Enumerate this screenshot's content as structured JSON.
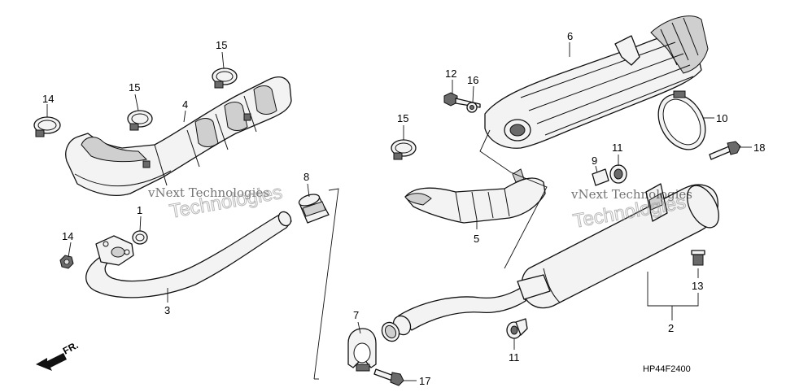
{
  "diagram": {
    "code": "HP44F2400",
    "direction_label": "FR.",
    "watermark_lines": [
      "vNext Technologies",
      "Technologies"
    ],
    "callouts": [
      {
        "id": "c1",
        "text": "1"
      },
      {
        "id": "c2",
        "text": "2"
      },
      {
        "id": "c3",
        "text": "3"
      },
      {
        "id": "c4",
        "text": "4"
      },
      {
        "id": "c5",
        "text": "5"
      },
      {
        "id": "c6",
        "text": "6"
      },
      {
        "id": "c7",
        "text": "7"
      },
      {
        "id": "c8",
        "text": "8"
      },
      {
        "id": "c9",
        "text": "9"
      },
      {
        "id": "c10",
        "text": "10"
      },
      {
        "id": "c11a",
        "text": "11"
      },
      {
        "id": "c11b",
        "text": "11"
      },
      {
        "id": "c12",
        "text": "12"
      },
      {
        "id": "c13",
        "text": "13"
      },
      {
        "id": "c14",
        "text": "14"
      },
      {
        "id": "c15a",
        "text": "15"
      },
      {
        "id": "c15b",
        "text": "15"
      },
      {
        "id": "c15c",
        "text": "15"
      },
      {
        "id": "c15d",
        "text": "15"
      },
      {
        "id": "c16",
        "text": "16"
      },
      {
        "id": "c17",
        "text": "17"
      },
      {
        "id": "c18",
        "text": "18"
      }
    ]
  }
}
